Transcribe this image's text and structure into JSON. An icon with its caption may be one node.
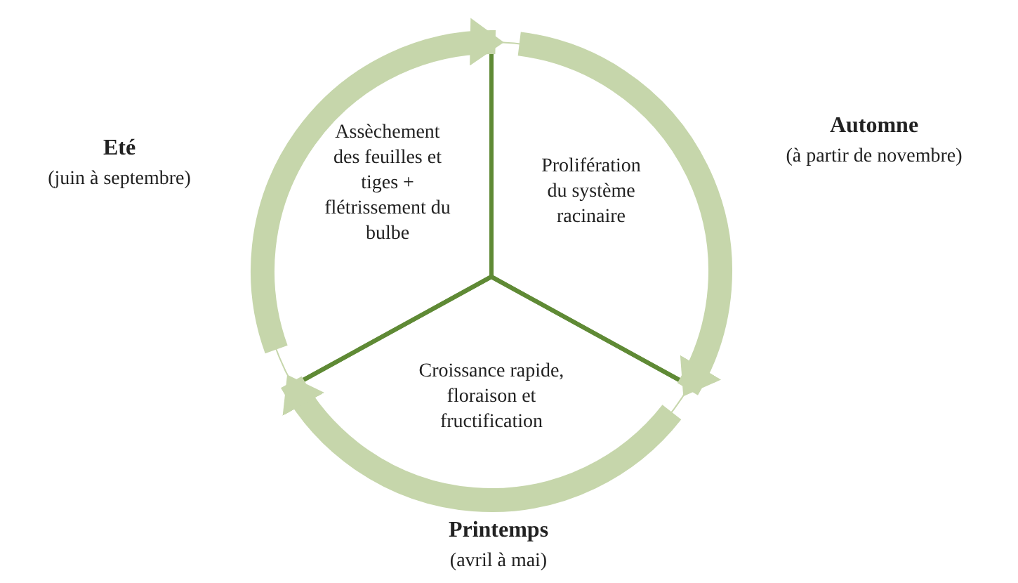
{
  "diagram": {
    "nodes": [
      {
        "text": [
          "Assèchement des feuilles et tiges + flétrissement du bulbe"
        ],
        "beside": [
          "Eté",
          "(juin à septembre)"
        ]
      },
      {
        "text": [
          "Prolifération du système racinaire"
        ],
        "beside": [
          "Automne",
          "(à partir de novembre)"
        ]
      },
      {
        "text": [
          "Croissance rapide, floraison et fructification"
        ],
        "beside": [
          "Printemps",
          "(avril à mai)"
        ]
      }
    ],
    "edges": [
      {
        "from": 0,
        "to": 1,
        "arrow": "to"
      },
      {
        "from": 1,
        "to": 2,
        "arrow": "to"
      },
      {
        "from": 2,
        "to": 0,
        "arrow": "to"
      }
    ]
  }
}
